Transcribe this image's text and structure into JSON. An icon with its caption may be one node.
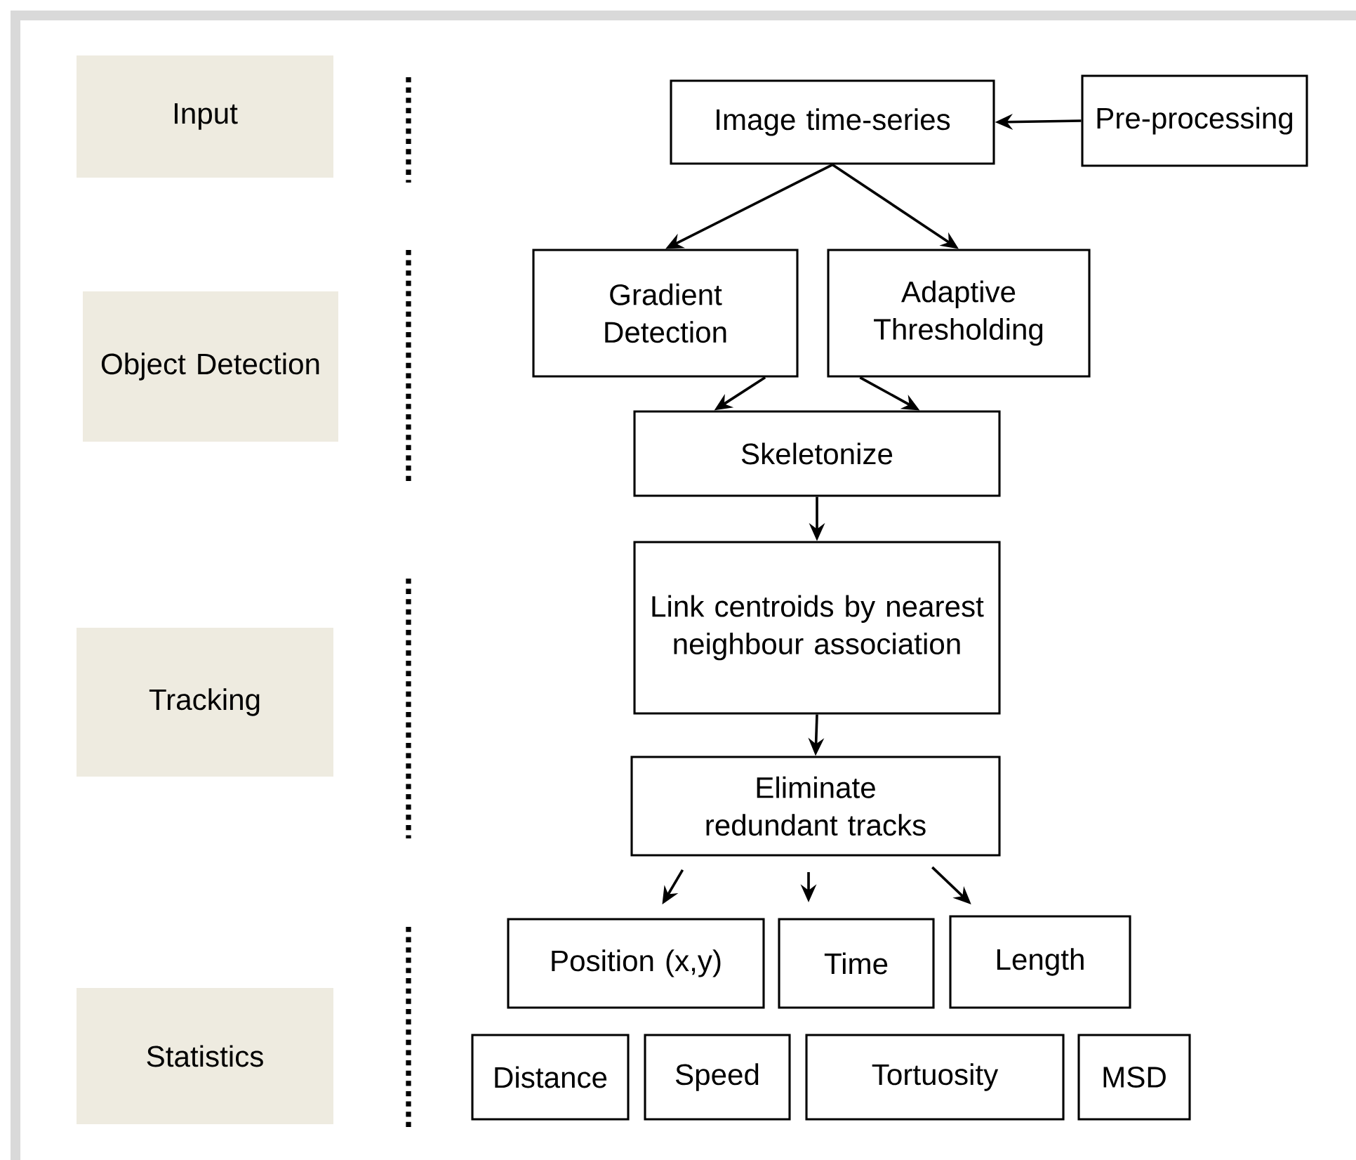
{
  "diagram": {
    "nodes": [
      {
        "text": [
          "Input"
        ]
      },
      {
        "text": [
          "Object Detection"
        ]
      },
      {
        "text": [
          "Tracking"
        ]
      },
      {
        "text": [
          "Statistics"
        ]
      },
      {
        "text": [
          "Image time-series"
        ]
      },
      {
        "text": [
          "Pre-processing"
        ]
      },
      {
        "text": [
          "Gradient Detection"
        ]
      },
      {
        "text": [
          "Adaptive Thresholding"
        ]
      },
      {
        "text": [
          "Skeletonize"
        ]
      },
      {
        "text": [
          "Link centroids by nearest neighbour association"
        ]
      },
      {
        "text": [
          "Eliminate redundant tracks"
        ]
      },
      {
        "text": [
          "Position (x,y)"
        ]
      },
      {
        "text": [
          "Time"
        ]
      },
      {
        "text": [
          "Length"
        ]
      },
      {
        "text": [
          "Distance"
        ]
      },
      {
        "text": [
          "Speed"
        ]
      },
      {
        "text": [
          "Tortuosity"
        ]
      },
      {
        "text": [
          "MSD"
        ]
      }
    ],
    "edges": [
      {
        "from": 5,
        "to": 4,
        "arrow": "to"
      },
      {
        "from": 4,
        "to": 6,
        "arrow": "to"
      },
      {
        "from": 4,
        "to": 7,
        "arrow": "to"
      },
      {
        "from": 6,
        "to": 8,
        "arrow": "to"
      },
      {
        "from": 7,
        "to": 8,
        "arrow": "to"
      },
      {
        "from": 8,
        "to": 9,
        "arrow": "to"
      },
      {
        "from": 9,
        "to": 10,
        "arrow": "to"
      },
      {
        "from": 10,
        "to": 11,
        "arrow": "to"
      },
      {
        "from": 10,
        "to": 12,
        "arrow": "to"
      },
      {
        "from": 10,
        "to": 13,
        "arrow": "to"
      }
    ]
  }
}
